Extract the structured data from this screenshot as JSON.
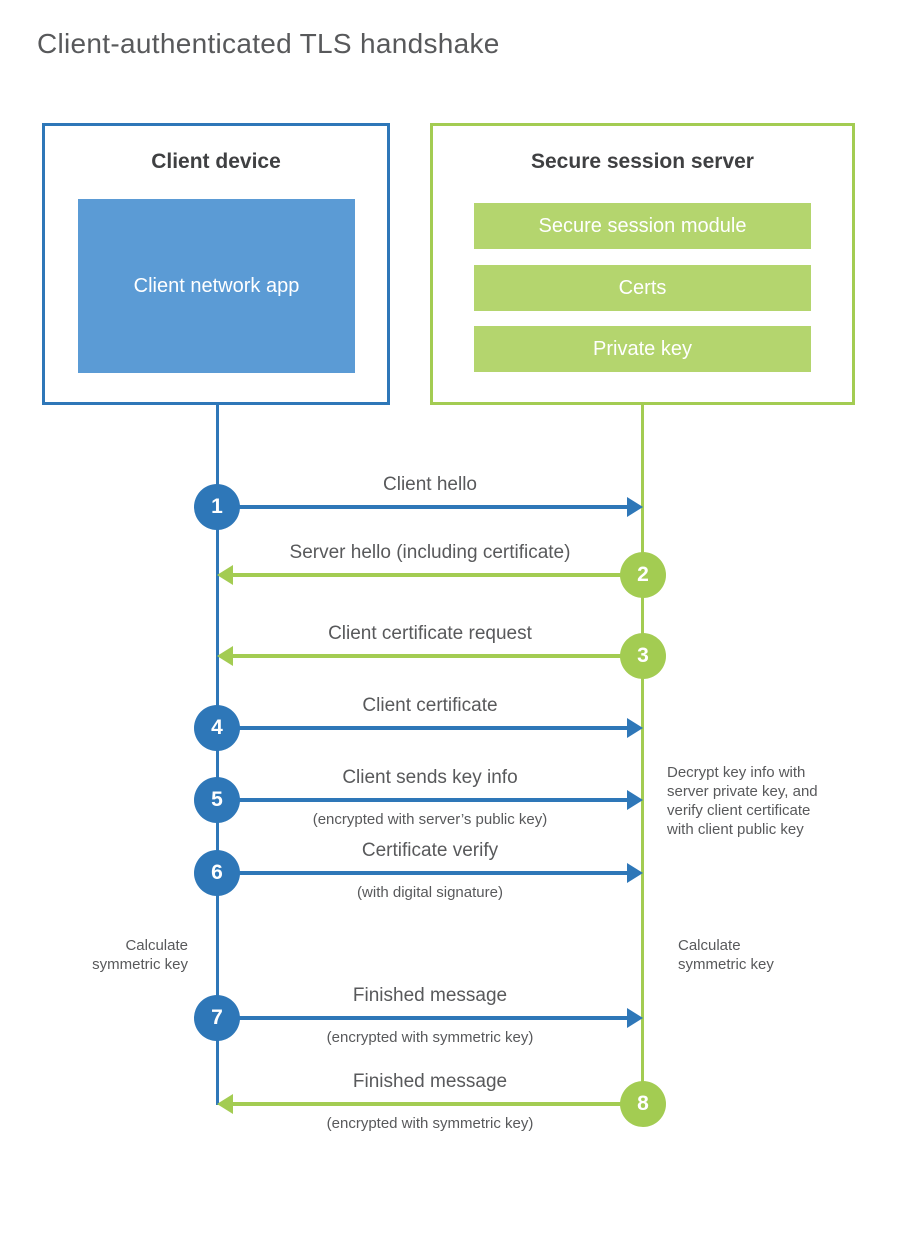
{
  "title": "Client-authenticated TLS handshake",
  "colors": {
    "blue": "#2e77b8",
    "blue_fill": "#5b9bd5",
    "green": "#a3cc52",
    "green_fill": "#b4d56e"
  },
  "client": {
    "title": "Client device",
    "module": "Client network app"
  },
  "server": {
    "title": "Secure session server",
    "modules": [
      "Secure session module",
      "Certs",
      "Private key"
    ]
  },
  "steps": [
    {
      "number": "1",
      "direction": "client-to-server",
      "label": "Client hello",
      "sublabel": ""
    },
    {
      "number": "2",
      "direction": "server-to-client",
      "label": "Server hello (including certificate)",
      "sublabel": ""
    },
    {
      "number": "3",
      "direction": "server-to-client",
      "label": "Client certificate request",
      "sublabel": ""
    },
    {
      "number": "4",
      "direction": "client-to-server",
      "label": "Client certificate",
      "sublabel": ""
    },
    {
      "number": "5",
      "direction": "client-to-server",
      "label": "Client sends key info",
      "sublabel": "(encrypted with server’s public key)"
    },
    {
      "number": "6",
      "direction": "client-to-server",
      "label": "Certificate verify",
      "sublabel": "(with digital signature)"
    },
    {
      "number": "7",
      "direction": "client-to-server",
      "label": "Finished message",
      "sublabel": "(encrypted with symmetric key)"
    },
    {
      "number": "8",
      "direction": "server-to-client",
      "label": "Finished message",
      "sublabel": "(encrypted with symmetric key)"
    }
  ],
  "annotations": {
    "client_calculate": "Calculate\nsymmetric key",
    "server_calculate": "Calculate\nsymmetric key",
    "server_decrypt": "Decrypt key info with\nserver private key, and\nverify client certificate\nwith client public key"
  }
}
